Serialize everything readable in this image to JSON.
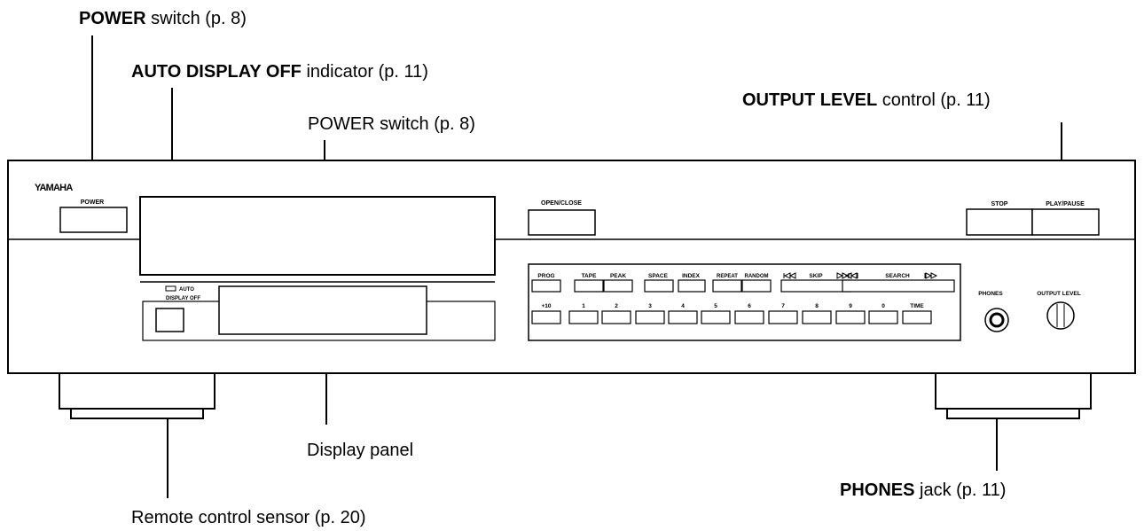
{
  "callouts": {
    "power_top": {
      "bold": "POWER",
      "rest": " switch (p. 8)"
    },
    "auto_display_off": {
      "bold": "AUTO DISPLAY OFF",
      "rest": " indicator (p. 11)"
    },
    "disc_tray": {
      "bold": "",
      "rest": "POWER switch (p. 8)"
    },
    "output_level": {
      "bold": "OUTPUT LEVEL",
      "rest": " control (p. 11)"
    },
    "display_panel": {
      "bold": "",
      "rest": "Display panel"
    },
    "phones": {
      "bold": "PHONES",
      "rest": " jack (p. 11)"
    },
    "remote_sensor": {
      "bold": "",
      "rest": "Remote control sensor (p. 20)"
    }
  },
  "device": {
    "brand": "YAMAHA",
    "power_label": "POWER",
    "open_close_label": "OPEN/CLOSE",
    "stop_label": "STOP",
    "play_pause_label": "PLAY/PAUSE",
    "auto_display_off_label": [
      "AUTO",
      "DISPLAY OFF"
    ],
    "phones_label": "PHONES",
    "output_level_label": "OUTPUT LEVEL",
    "function_buttons": [
      "PROG",
      "TAPE",
      "PEAK",
      "SPACE",
      "INDEX",
      "REPEAT",
      "RANDOM"
    ],
    "skip_label": "SKIP",
    "search_label": "SEARCH",
    "number_buttons": [
      "+10",
      "1",
      "2",
      "3",
      "4",
      "5",
      "6",
      "7",
      "8",
      "9",
      "0",
      "TIME"
    ]
  }
}
